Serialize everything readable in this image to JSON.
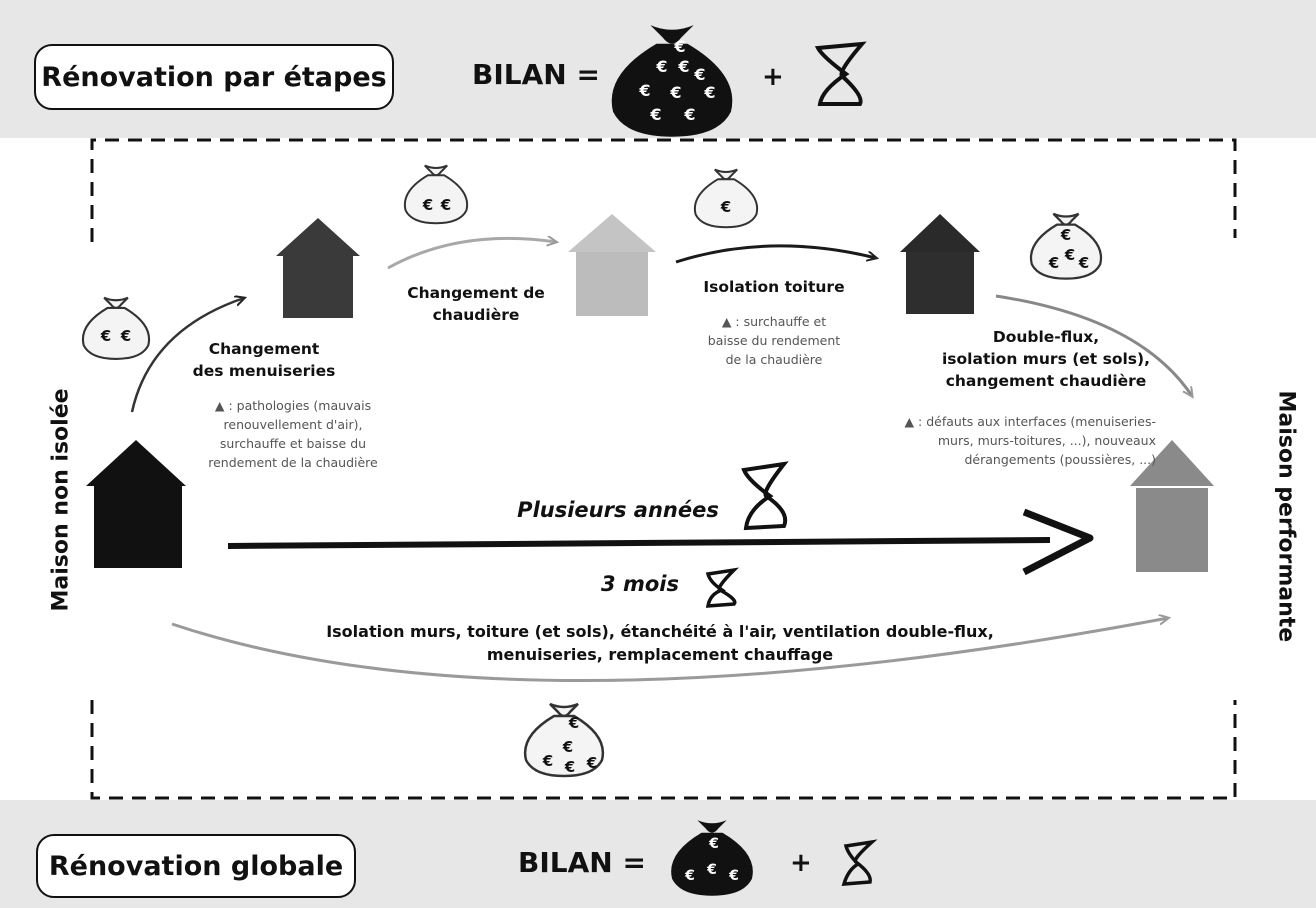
{
  "top": {
    "label": "Rénovation par étapes",
    "bilan": "BILAN =",
    "plus": "+"
  },
  "bottom": {
    "label": "Rénovation globale",
    "bilan": "BILAN =",
    "plus": "+"
  },
  "left_label": "Maison non isolée",
  "right_label": "Maison performante",
  "steps": [
    {
      "title": [
        "Changement",
        "des menuiseries"
      ],
      "note": [
        "▲ : pathologies (mauvais",
        "renouvellement d'air),",
        "surchauffe et baisse du",
        "rendement de la chaudière"
      ]
    },
    {
      "title": [
        "Changement de",
        "chaudière"
      ],
      "note": []
    },
    {
      "title": [
        "Isolation toiture"
      ],
      "note": [
        "▲ : surchauffe et",
        "baisse du rendement",
        "de la chaudière"
      ]
    },
    {
      "title": [
        "Double-flux,",
        "isolation murs (et sols),",
        "changement chaudière"
      ],
      "note": [
        "▲ : défauts aux interfaces (menuiseries-",
        "murs, murs-toitures, ...), nouveaux",
        "dérangements (poussières, ...)"
      ]
    }
  ],
  "duration_long": "Plusieurs années",
  "duration_short": "3 mois",
  "global_works": [
    "Isolation murs, toiture (et sols), étanchéité à l'air, ventilation double-flux,",
    "menuiseries, remplacement chauffage"
  ],
  "money_symbol": "€",
  "colors": {
    "band": "#e7e7e7",
    "house_start": "#111111",
    "house_step1": "#3a3a3a",
    "house_step2": "#bdbdbd",
    "house_step3": "#2a2a2a",
    "house_end": "#8a8a8a"
  }
}
